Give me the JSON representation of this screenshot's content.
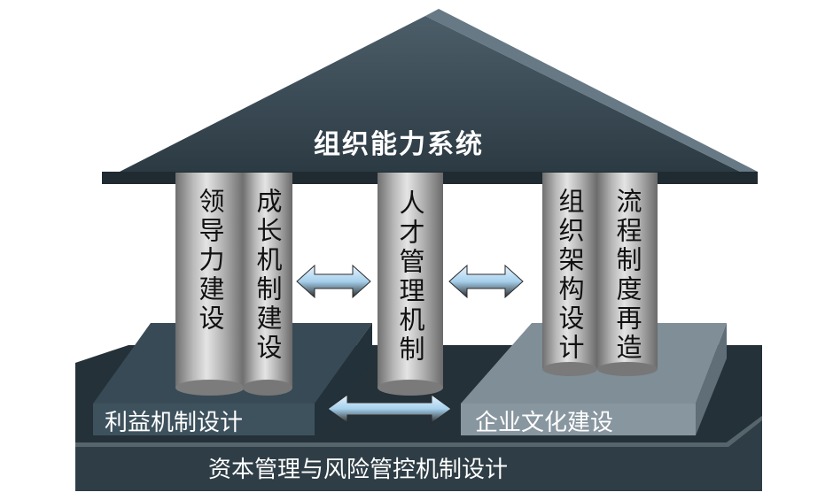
{
  "roof": {
    "title": "组织能力系统"
  },
  "pillars": {
    "left_outer": "领导力建设",
    "left_inner": "成长机制建设",
    "center": "人才管理机制",
    "right_inner": "组织架构设计",
    "right_outer": "流程制度再造"
  },
  "platforms": {
    "left": "利益机制设计",
    "right": "企业文化建设",
    "base": "资本管理与风险管控机制设计"
  }
}
